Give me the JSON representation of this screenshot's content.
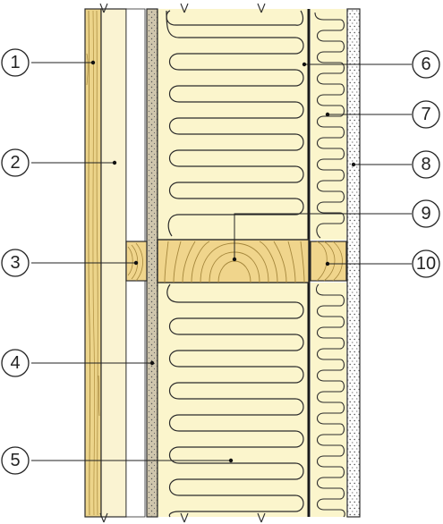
{
  "callouts": {
    "c1": "1",
    "c2": "2",
    "c3": "3",
    "c4": "4",
    "c5": "5",
    "c6": "6",
    "c7": "7",
    "c8": "8",
    "c9": "9",
    "c10": "10"
  },
  "colors": {
    "wood_board": "#ecd48a",
    "soft_fibre_board": "#faf3d2",
    "insulation": "#fbf5cc",
    "timber_beam": "#f0d58c",
    "gypsum_board": "#cfc6ad",
    "membrane": "#1a1a1a",
    "outline": "#2b2b2b"
  }
}
